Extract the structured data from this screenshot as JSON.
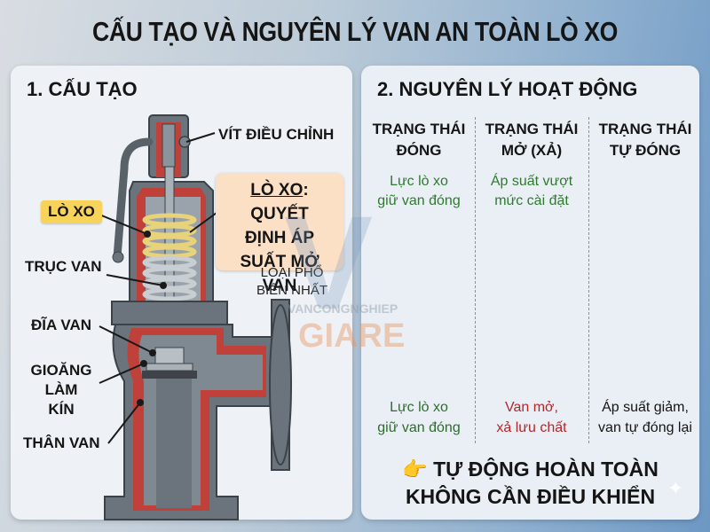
{
  "title": "CẤU TẠO VÀ NGUYÊN LÝ VAN AN TOÀN LÒ XO",
  "colors": {
    "body_red": "#c0413a",
    "metal_gray": "#6b747c",
    "spring_yellow": "#e8d27a",
    "spring_green": "#2e9a3e",
    "flow_blue": "#1e8ee8",
    "flow_red": "#f06a6a",
    "flow_light_blue": "#cfe6f5",
    "callout_bg": "#fbe0c6",
    "tag_bg": "#f7d35a"
  },
  "structure": {
    "heading": "1. CẤU TẠO",
    "labels": {
      "adjust_screw": "VÍT ĐIỀU CHỈNH",
      "spring": "LÒ XO",
      "stem": "TRỤC VAN",
      "disc": "ĐĨA VAN",
      "seal_line1": "GIOĂNG",
      "seal_line2": "LÀM KÍN",
      "body": "THÂN VAN"
    },
    "callout": {
      "underlined": "LÒ XO",
      "line1_rest": ": QUYẾT",
      "line2": "ĐỊNH ÁP",
      "line3": "SUẤT MỞ VAN"
    },
    "note_line1": "LOẠI PHỔ",
    "note_line2": "BIẾN NHẤT"
  },
  "principle": {
    "heading": "2. NGUYÊN LÝ HOẠT ĐỘNG",
    "states": [
      {
        "title_line1": "TRẠNG THÁI",
        "title_line2": "ĐÓNG",
        "sub_line1": "Lực lò xo",
        "sub_line2": "giữ van đóng",
        "foot_line1": "Lực lò xo",
        "foot_line2": "giữ van đóng",
        "foot_color": "#2f6b2f"
      },
      {
        "title_line1": "TRẠNG THÁI",
        "title_line2": "MỞ (XẢ)",
        "sub_line1": "Áp suất vượt",
        "sub_line2": "mức cài đặt",
        "foot_line1": "Van mở,",
        "foot_line2": "xả lưu chất",
        "foot_color": "#b3262a"
      },
      {
        "title_line1": "TRẠNG THÁI",
        "title_line2": "TỰ ĐÓNG",
        "sub_line1": "",
        "sub_line2": "",
        "foot_line1": "Áp suất giảm,",
        "foot_line2": "van tự đóng lại",
        "foot_color": "#151515"
      }
    ],
    "bottom_icon": "👉",
    "bottom_line1": "TỰ ĐỘNG HOÀN TOÀN",
    "bottom_line2": "KHÔNG CẦN ĐIỀU KHIỂN"
  },
  "watermark": {
    "line1": "VANCONGNGHIEP",
    "line2": "GIARE"
  }
}
